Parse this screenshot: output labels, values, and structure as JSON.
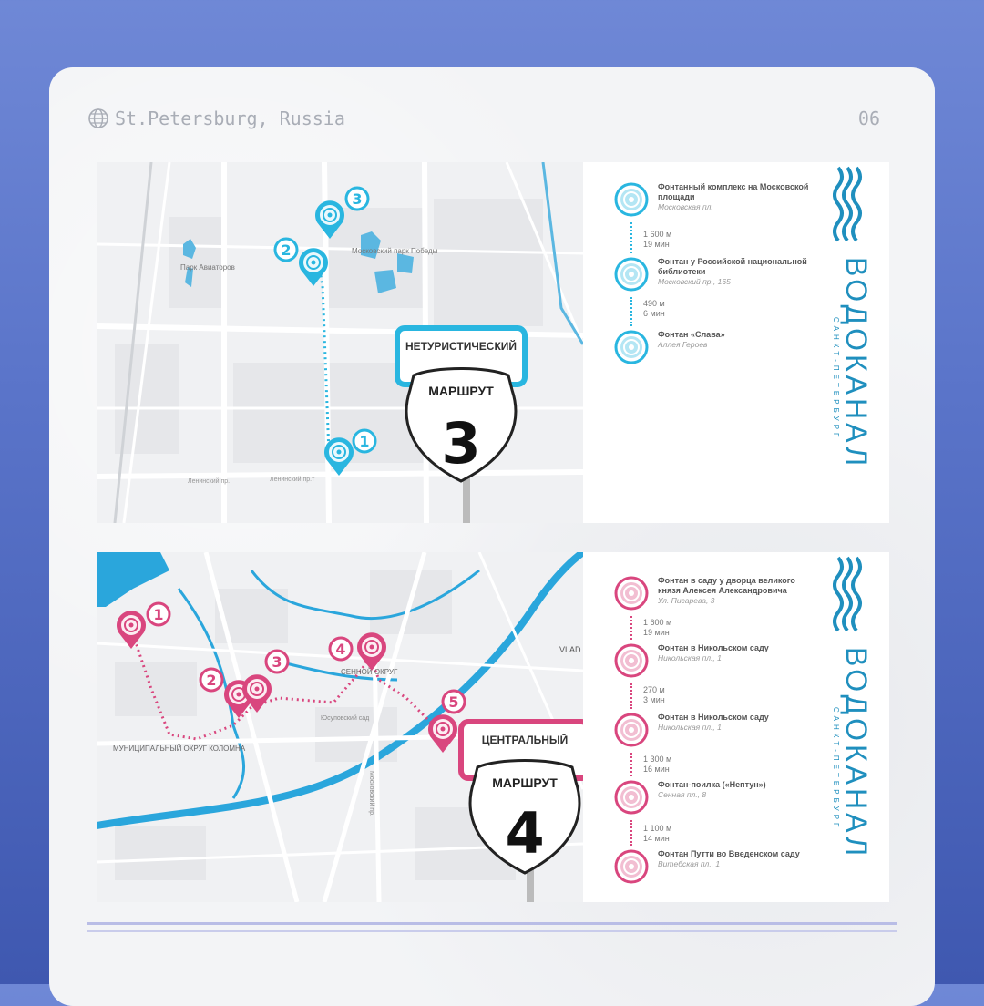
{
  "header": {
    "location": "St.Petersburg, Russia",
    "page_number": "06"
  },
  "brand": {
    "name": "ВОДОКАНАЛ",
    "city": "САНКТ-ПЕТЕРБУРГ"
  },
  "route3": {
    "sign_top": "НЕТУРИСТИЧЕСКИЙ",
    "sign_word": "МАРШРУТ",
    "sign_number": "3",
    "accent": "#29b6e0",
    "markers": [
      "1",
      "2",
      "3"
    ],
    "map_labels": [
      "Парк Авиаторов",
      "Московский парк Победы",
      "Ленинский пр.",
      "Ленинский пр.т"
    ],
    "stops": [
      {
        "name": "Фонтанный комплекс на Московской площади",
        "address": "Московская пл."
      },
      {
        "name": "Фонтан у Российской национальной библиотеки",
        "address": "Московский пр., 165"
      },
      {
        "name": "Фонтан «Слава»",
        "address": "Аллея Героев"
      }
    ],
    "legs": [
      {
        "distance": "1 600 м",
        "time": "19 мин"
      },
      {
        "distance": "490 м",
        "time": "6 мин"
      }
    ]
  },
  "route4": {
    "sign_top": "ЦЕНТРАЛЬНЫЙ",
    "sign_word": "МАРШРУТ",
    "sign_number": "4",
    "accent": "#d9467e",
    "markers": [
      "1",
      "2",
      "3",
      "4",
      "5"
    ],
    "map_labels": [
      "МУНИЦИПАЛЬНЫЙ ОКРУГ КОЛОМНА",
      "СЕННОЙ ОКРУГ",
      "Юсуповский сад",
      "Московский пр.",
      "VLAD"
    ],
    "stops": [
      {
        "name": "Фонтан в саду у дворца великого князя Алексея Александровича",
        "address": "Ул. Писарева, 3"
      },
      {
        "name": "Фонтан в Никольском саду",
        "address": "Никольская пл., 1"
      },
      {
        "name": "Фонтан в Никольском саду",
        "address": "Никольская пл., 1"
      },
      {
        "name": "Фонтан-поилка («Нептун»)",
        "address": "Сенная пл., 8"
      },
      {
        "name": "Фонтан Путти во Введенском саду",
        "address": "Витебская пл., 1"
      }
    ],
    "legs": [
      {
        "distance": "1 600 м",
        "time": "19 мин"
      },
      {
        "distance": "270 м",
        "time": "3 мин"
      },
      {
        "distance": "1 300 м",
        "time": "16 мин"
      },
      {
        "distance": "1 100 м",
        "time": "14 мин"
      }
    ]
  },
  "colors": {
    "background": "#5a74c9",
    "card": "#f3f4f6",
    "water": "#2aa6dc",
    "brand": "#1f8fbe"
  }
}
